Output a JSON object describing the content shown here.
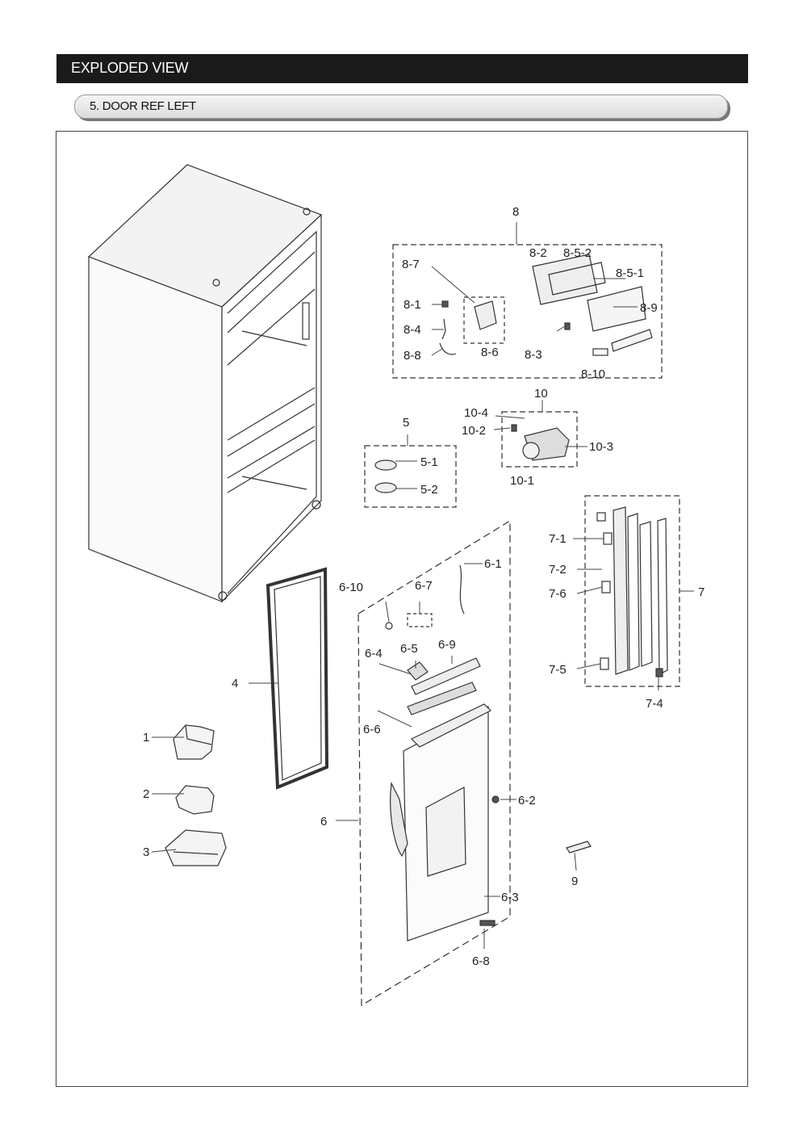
{
  "header": {
    "title": "EXPLODED VIEW"
  },
  "section": {
    "title": "5. DOOR REF LEFT"
  },
  "labels": {
    "p8": "8",
    "p8_2": "8-2",
    "p8_5_2": "8-5-2",
    "p8_7": "8-7",
    "p8_5_1": "8-5-1",
    "p8_1": "8-1",
    "p8_9": "8-9",
    "p8_4": "8-4",
    "p8_3": "8-3",
    "p8_8": "8-8",
    "p8_6": "8-6",
    "p8_10": "8-10",
    "p10": "10",
    "p10_4": "10-4",
    "p10_2": "10-2",
    "p10_3": "10-3",
    "p10_1": "10-1",
    "p5": "5",
    "p5_1": "5-1",
    "p5_2": "5-2",
    "p6_1": "6-1",
    "p6_10": "6-10",
    "p6_7": "6-7",
    "p6_4": "6-4",
    "p6_5": "6-5",
    "p6_9": "6-9",
    "p6_6": "6-6",
    "p6_2": "6-2",
    "p6": "6",
    "p6_3": "6-3",
    "p6_8": "6-8",
    "p7_1": "7-1",
    "p7_2": "7-2",
    "p7_6": "7-6",
    "p7": "7",
    "p7_5": "7-5",
    "p7_4": "7-4",
    "p4": "4",
    "p1": "1",
    "p2": "2",
    "p3": "3",
    "p9": "9"
  }
}
